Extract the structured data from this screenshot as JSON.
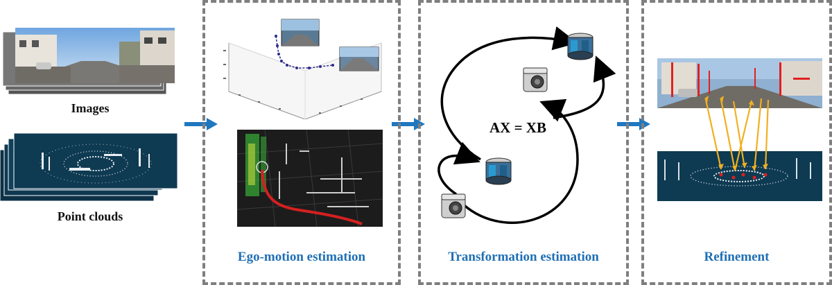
{
  "inputs": {
    "images_label": "Images",
    "pointclouds_label": "Point clouds"
  },
  "panels": [
    {
      "caption": "Ego-motion estimation"
    },
    {
      "caption": "Transformation estimation",
      "equation": "AX = XB"
    },
    {
      "caption": "Refinement"
    }
  ],
  "colors": {
    "caption": "#1f6fb5",
    "flow_arrow": "#1f77c0",
    "dashed_border": "#7f7f7f",
    "trajectory": "#d42020",
    "correspondence": "#f0b020",
    "pointcloud_bg": "#0e3a52",
    "lidar_body": "#3a6f9a"
  },
  "icons": {
    "camera": "camera-icon",
    "lidar": "lidar-sensor-icon",
    "flow_arrow": "arrow-right-icon"
  }
}
